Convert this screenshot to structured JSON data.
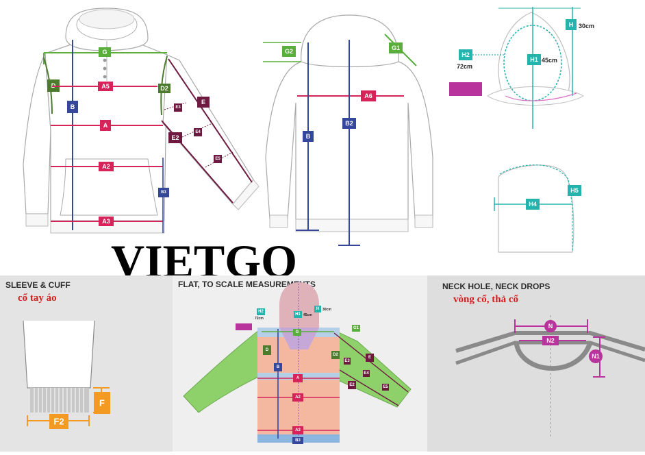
{
  "brand": "VIETGO",
  "colors": {
    "red": "#d6245a",
    "blue": "#34479a",
    "green": "#5aae3b",
    "dark_green": "#4d7b2d",
    "teal": "#25b3ad",
    "maroon": "#6e1a40",
    "orange": "#f29a21",
    "magenta": "#b8349c"
  },
  "front_view": {
    "labels": {
      "g": "G",
      "d": "D",
      "a5": "A5",
      "d2": "D2",
      "b": "B",
      "a": "A",
      "a2": "A2",
      "a3": "A3",
      "b3": "B3",
      "e": "E",
      "e2": "E2",
      "e3": "E3",
      "e4": "E4",
      "e5": "E5"
    }
  },
  "back_view": {
    "labels": {
      "g2": "G2",
      "g1": "G1",
      "a6": "A6",
      "b": "B",
      "b2": "B2"
    }
  },
  "hood_front": {
    "labels": {
      "h": "H",
      "h1": "H1",
      "h2": "H2"
    },
    "values": {
      "h": "30cm",
      "h1": "45cm",
      "h2": "72cm"
    }
  },
  "hood_side": {
    "labels": {
      "h4": "H4",
      "h5": "H5"
    }
  },
  "sleeve_cuff": {
    "title": "SLEEVE & CUFF",
    "subtitle": "cổ tay áo",
    "labels": {
      "f": "F",
      "f2": "F2"
    }
  },
  "flat": {
    "title": "FLAT, TO SCALE MEASUREMENTS",
    "labels": {
      "h2": "H2",
      "h1": "H1",
      "h": "H",
      "g": "G",
      "g1": "G1",
      "d": "D",
      "d2": "D2",
      "b": "B",
      "a": "A",
      "a2": "A2",
      "a3": "A3",
      "b3": "B3",
      "e": "E",
      "e2": "E2",
      "e3": "E3",
      "e4": "E4",
      "e5": "E5"
    },
    "values": {
      "h2": "72cm",
      "h1": "45cm",
      "h": "30cm"
    }
  },
  "neck": {
    "title": "NECK HOLE, NECK DROPS",
    "subtitle": "vòng cổ, thả cổ",
    "labels": {
      "n": "N",
      "n2": "N2",
      "n1": "N1"
    }
  }
}
